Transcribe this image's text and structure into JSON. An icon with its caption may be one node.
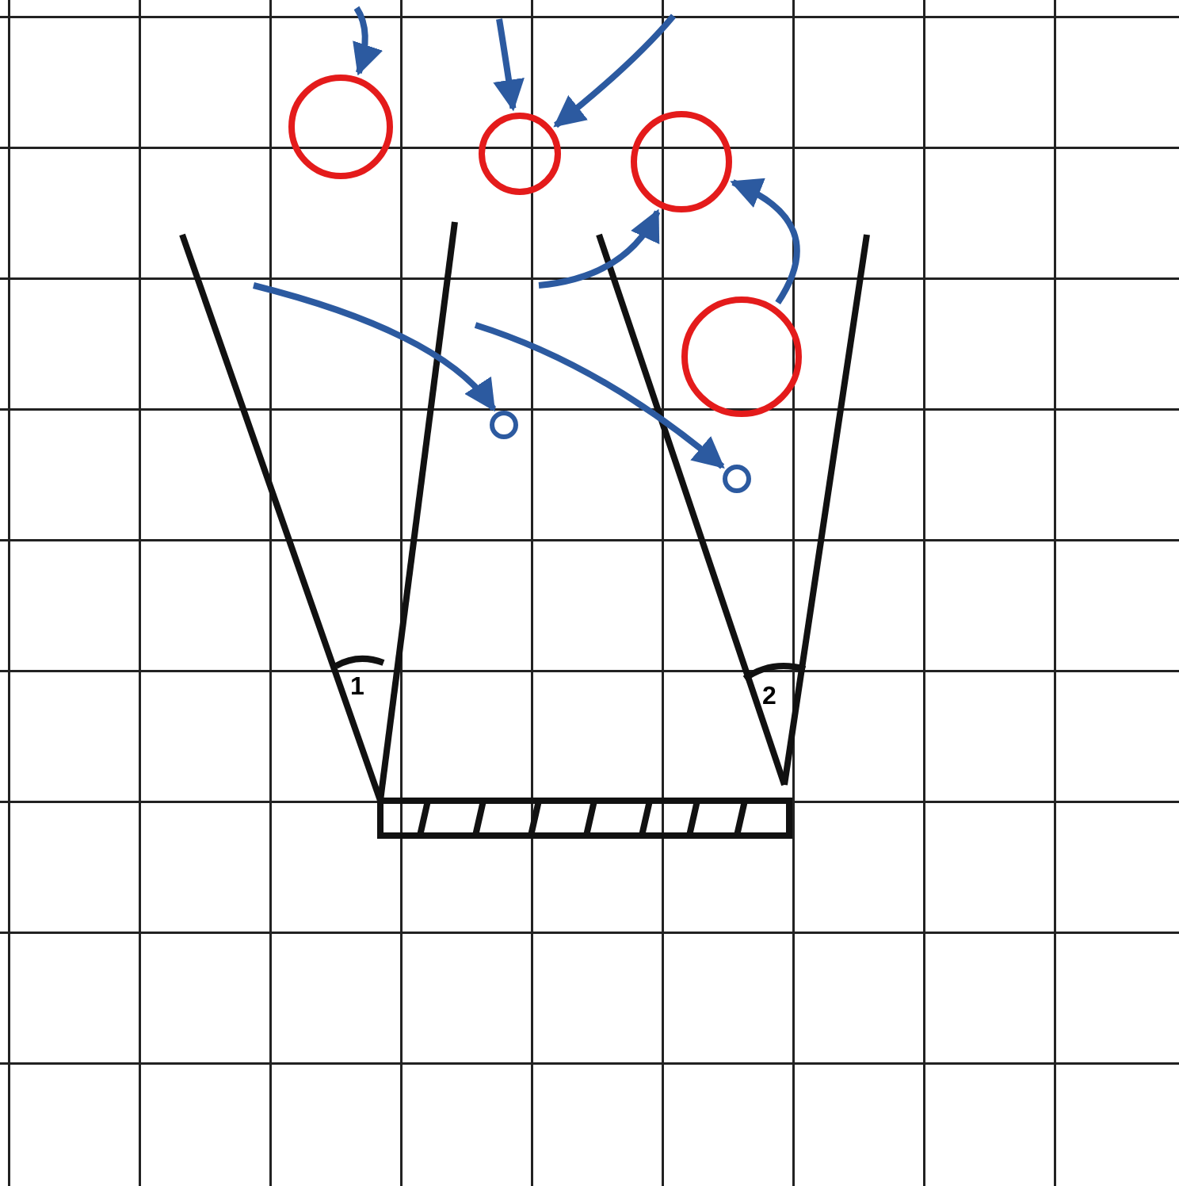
{
  "diagram": {
    "nodes": [
      {
        "text": [],
        "shape": "circle"
      },
      {
        "text": [],
        "shape": "circle"
      },
      {
        "text": [],
        "shape": "circle"
      },
      {
        "text": [],
        "shape": "circle"
      },
      {
        "text": [],
        "shape": "circle"
      },
      {
        "text": [],
        "shape": "circle"
      }
    ],
    "edges": [
      {
        "from": null,
        "to": 0,
        "arrow": "to"
      },
      {
        "from": null,
        "to": 1,
        "arrow": "to"
      },
      {
        "from": null,
        "to": 1,
        "arrow": "to"
      },
      {
        "from": null,
        "to": 2,
        "arrow": "to"
      },
      {
        "from": 3,
        "to": 2,
        "arrow": "to"
      },
      {
        "from": null,
        "to": 4,
        "arrow": "to"
      },
      {
        "from": null,
        "to": 5,
        "arrow": "to"
      }
    ],
    "labels": [
      "1",
      "2"
    ]
  }
}
